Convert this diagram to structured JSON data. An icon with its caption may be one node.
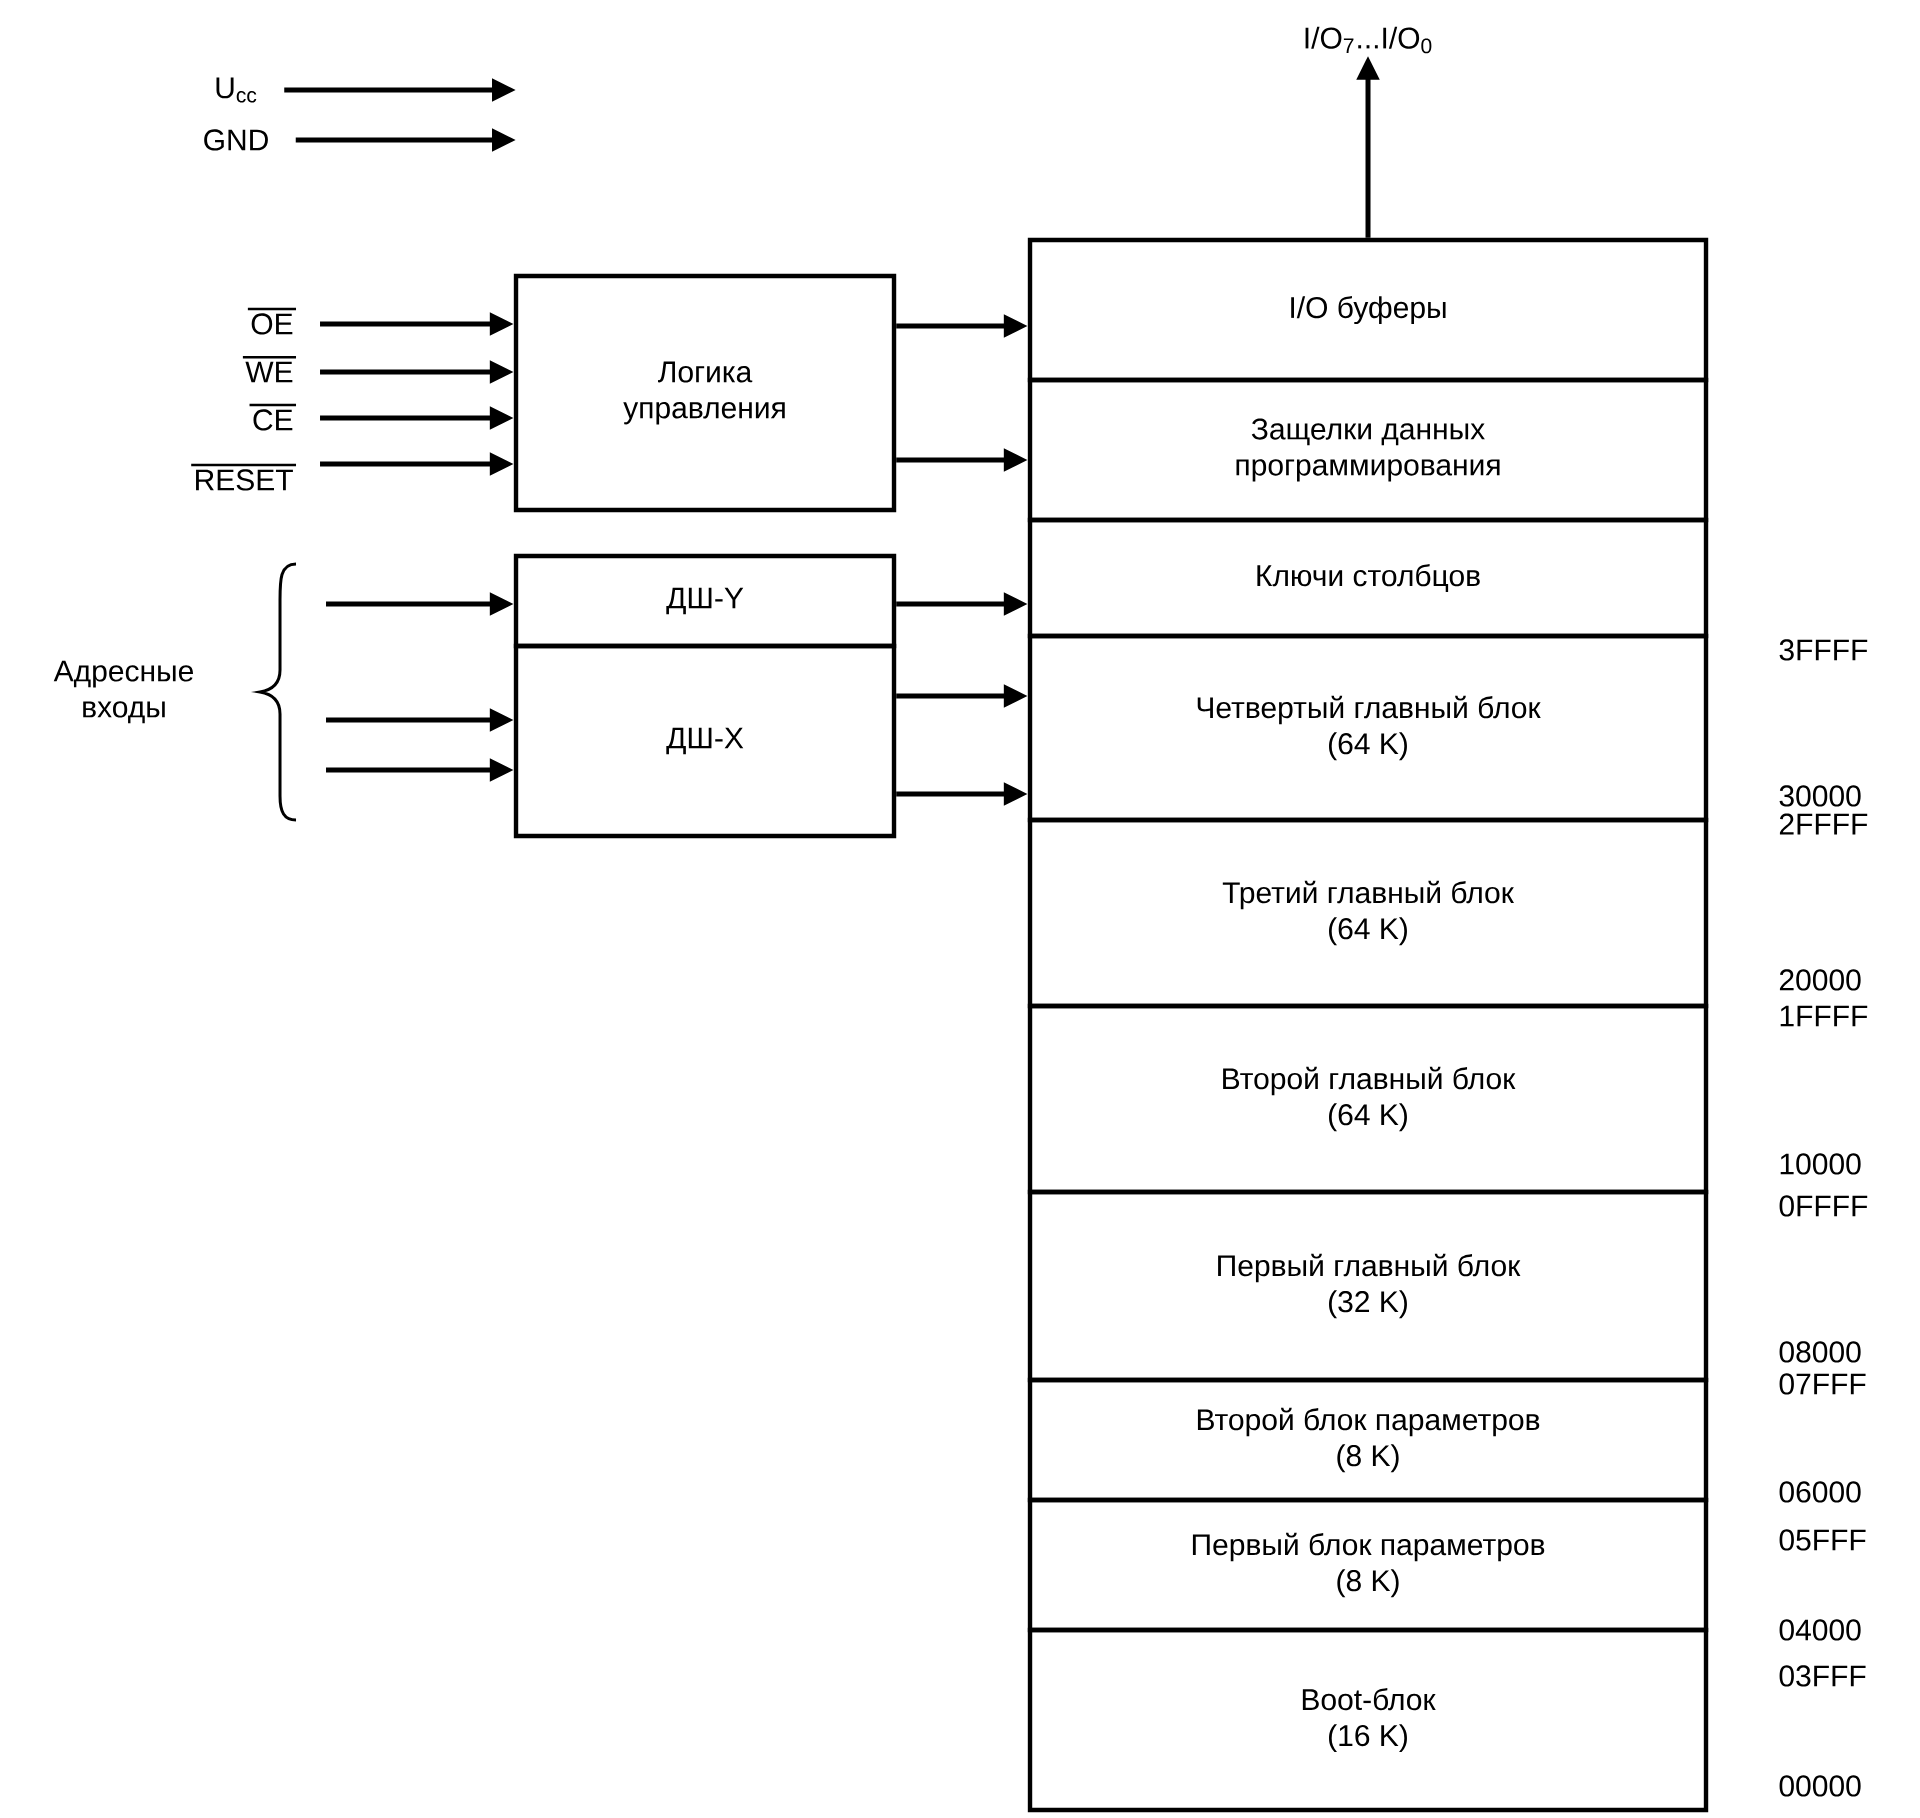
{
  "diagram": {
    "nodes": [
      {
        "text": [
          "U$_{cc}$"
        ]
      },
      {
        "text": [
          "GND"
        ]
      },
      {
        "text": [
          "OE"
        ]
      },
      {
        "text": [
          "WE"
        ]
      },
      {
        "text": [
          "CE"
        ]
      },
      {
        "text": [
          "RESET"
        ]
      },
      {
        "text": [
          "Логика управления"
        ]
      },
      {
        "text": [
          "ДШ-Y"
        ]
      },
      {
        "text": [
          "ДШ-X"
        ]
      },
      {
        "text": [
          "I/O буферы"
        ]
      },
      {
        "text": [
          "Защелки данных программирования"
        ]
      },
      {
        "text": [
          "Ключи столбцов"
        ]
      },
      {
        "text": [
          "Четвертый главный блок",
          "(64 K)"
        ]
      },
      {
        "text": [
          "Третий главный блок",
          "(64 K)"
        ]
      },
      {
        "text": [
          "Второй главный блок",
          "(64 K)"
        ]
      },
      {
        "text": [
          "Первый главный блок",
          "(32 K)"
        ]
      },
      {
        "text": [
          "Второй блок параметров",
          "(8 K)"
        ]
      },
      {
        "text": [
          "Первый блок параметров",
          "(8 K)"
        ]
      },
      {
        "text": [
          "Boot-блок",
          "(16 K)"
        ]
      },
      {
        "text": [
          "I/O$_{7}$...I/O$_{0}$"
        ]
      }
    ],
    "edges": [
      {
        "from": 0,
        "to": null,
        "arrow": "to"
      },
      {
        "from": 1,
        "to": null,
        "arrow": "to"
      },
      {
        "from": 2,
        "to": 6,
        "arrow": "to"
      },
      {
        "from": 3,
        "to": 6,
        "arrow": "to"
      },
      {
        "from": 4,
        "to": 6,
        "arrow": "to"
      },
      {
        "from": 5,
        "to": 6,
        "arrow": "to"
      },
      {
        "from": 6,
        "to": 9,
        "arrow": "to"
      },
      {
        "from": 6,
        "to": 10,
        "arrow": "to"
      },
      {
        "from": null,
        "to": 7,
        "arrow": "to"
      },
      {
        "from": null,
        "to": 8,
        "arrow": "to"
      },
      {
        "from": null,
        "to": 8,
        "arrow": "to"
      },
      {
        "from": 7,
        "to": 11,
        "arrow": "to"
      },
      {
        "from": 8,
        "to": 12,
        "arrow": "to"
      },
      {
        "from": 8,
        "to": 12,
        "arrow": "to"
      },
      {
        "from": 9,
        "to": 19,
        "arrow": "to"
      }
    ],
    "labels": [
      "Адресные входы",
      "3FFFF",
      "30000",
      "2FFFF",
      "20000",
      "1FFFF",
      "10000",
      "0FFFF",
      "08000",
      "07FFF",
      "06000",
      "05FFF",
      "04000",
      "03FFF",
      "00000"
    ]
  }
}
